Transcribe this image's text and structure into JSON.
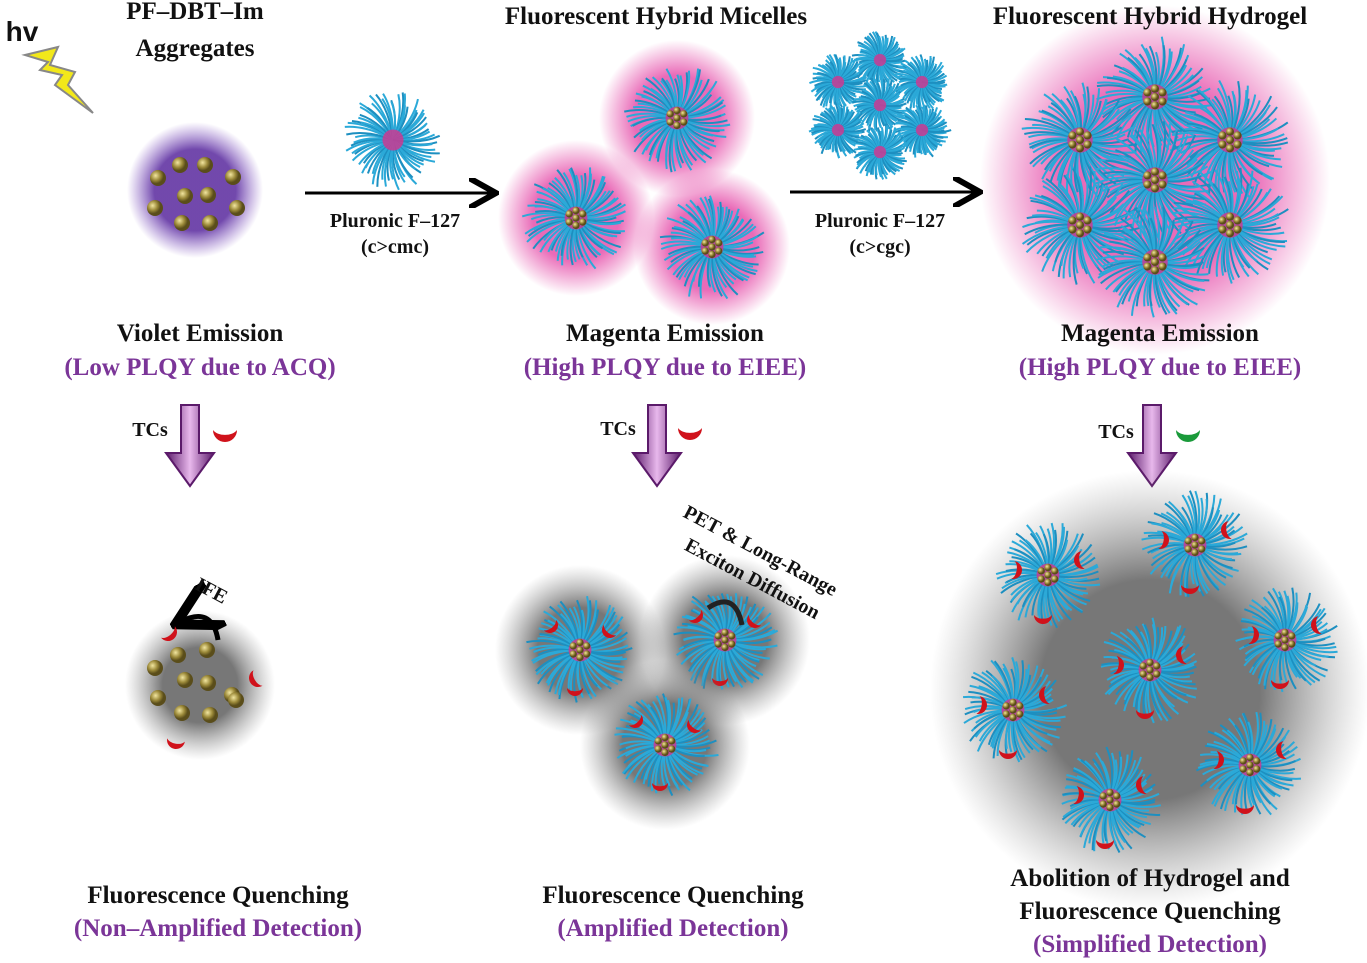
{
  "light": {
    "label": "hv"
  },
  "titles": {
    "aggregates_line1": "PF–DBT–Im",
    "aggregates_line2": "Aggregates",
    "micelles": "Fluorescent  Hybrid Micelles",
    "hydrogel": "Fluorescent  Hybrid Hydrogel"
  },
  "arrows": [
    {
      "reagent": "Pluronic F–127",
      "condition": "(c>cmc)"
    },
    {
      "reagent": "Pluronic F–127",
      "condition": "(c>cgc)"
    }
  ],
  "emission": [
    {
      "label": "Violet Emission",
      "reason": "(Low PLQY due to ACQ)"
    },
    {
      "label": "Magenta Emission",
      "reason": "(High PLQY due to EIEE)"
    },
    {
      "label": "Magenta Emission",
      "reason": "(High PLQY due to EIEE)"
    }
  ],
  "analyte": {
    "label": "TCs"
  },
  "mechanisms": {
    "ife": "IFE",
    "pet_line1": "PET & Long-Range",
    "pet_line2": "Exciton Diffusion"
  },
  "results": [
    {
      "line1": "Fluorescence Quenching",
      "detail": "(Non–Amplified Detection)"
    },
    {
      "line1": "Fluorescence Quenching",
      "detail": "(Amplified Detection)"
    },
    {
      "line1": "Abolition of Hydrogel and",
      "line2": "Fluorescence Quenching",
      "detail": "(Simplified Detection)"
    }
  ],
  "colors": {
    "accent_purple": "#7b3598",
    "shell_cyan": "#2ba9d8",
    "core_magenta": "#d6338f",
    "crescent_red": "#d0121b",
    "crescent_green": "#1a9a3a",
    "bolt_yellow": "#f2e81a"
  }
}
